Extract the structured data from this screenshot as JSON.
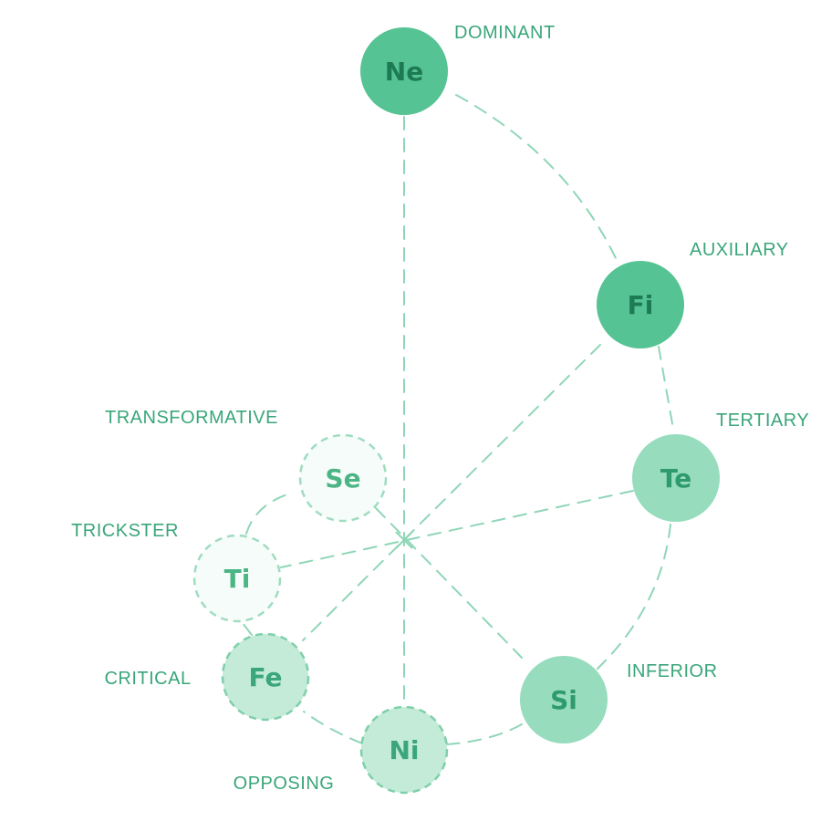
{
  "colors": {
    "line": "#8fd6b7",
    "role_text": "#3aa67a",
    "strong_fill": "#55c393",
    "strong_text": "#1d7a52",
    "medium_fill": "#96dcbd",
    "medium_text": "#2f9a6b",
    "light_fill": "#c3ebd7",
    "light_text": "#3aa67a",
    "faint_fill": "#f6fcf9",
    "faint_text": "#4cb585"
  },
  "functions": [
    {
      "id": "ne",
      "label": "Ne",
      "role": "DOMINANT",
      "style": "strong"
    },
    {
      "id": "fi",
      "label": "Fi",
      "role": "AUXILIARY",
      "style": "strong"
    },
    {
      "id": "te",
      "label": "Te",
      "role": "TERTIARY",
      "style": "medium"
    },
    {
      "id": "si",
      "label": "Si",
      "role": "INFERIOR",
      "style": "medium"
    },
    {
      "id": "ni",
      "label": "Ni",
      "role": "OPPOSING",
      "style": "light"
    },
    {
      "id": "fe",
      "label": "Fe",
      "role": "CRITICAL",
      "style": "light"
    },
    {
      "id": "ti",
      "label": "Ti",
      "role": "TRICKSTER",
      "style": "faint"
    },
    {
      "id": "se",
      "label": "Se",
      "role": "TRANSFORMATIVE",
      "style": "faint"
    }
  ]
}
